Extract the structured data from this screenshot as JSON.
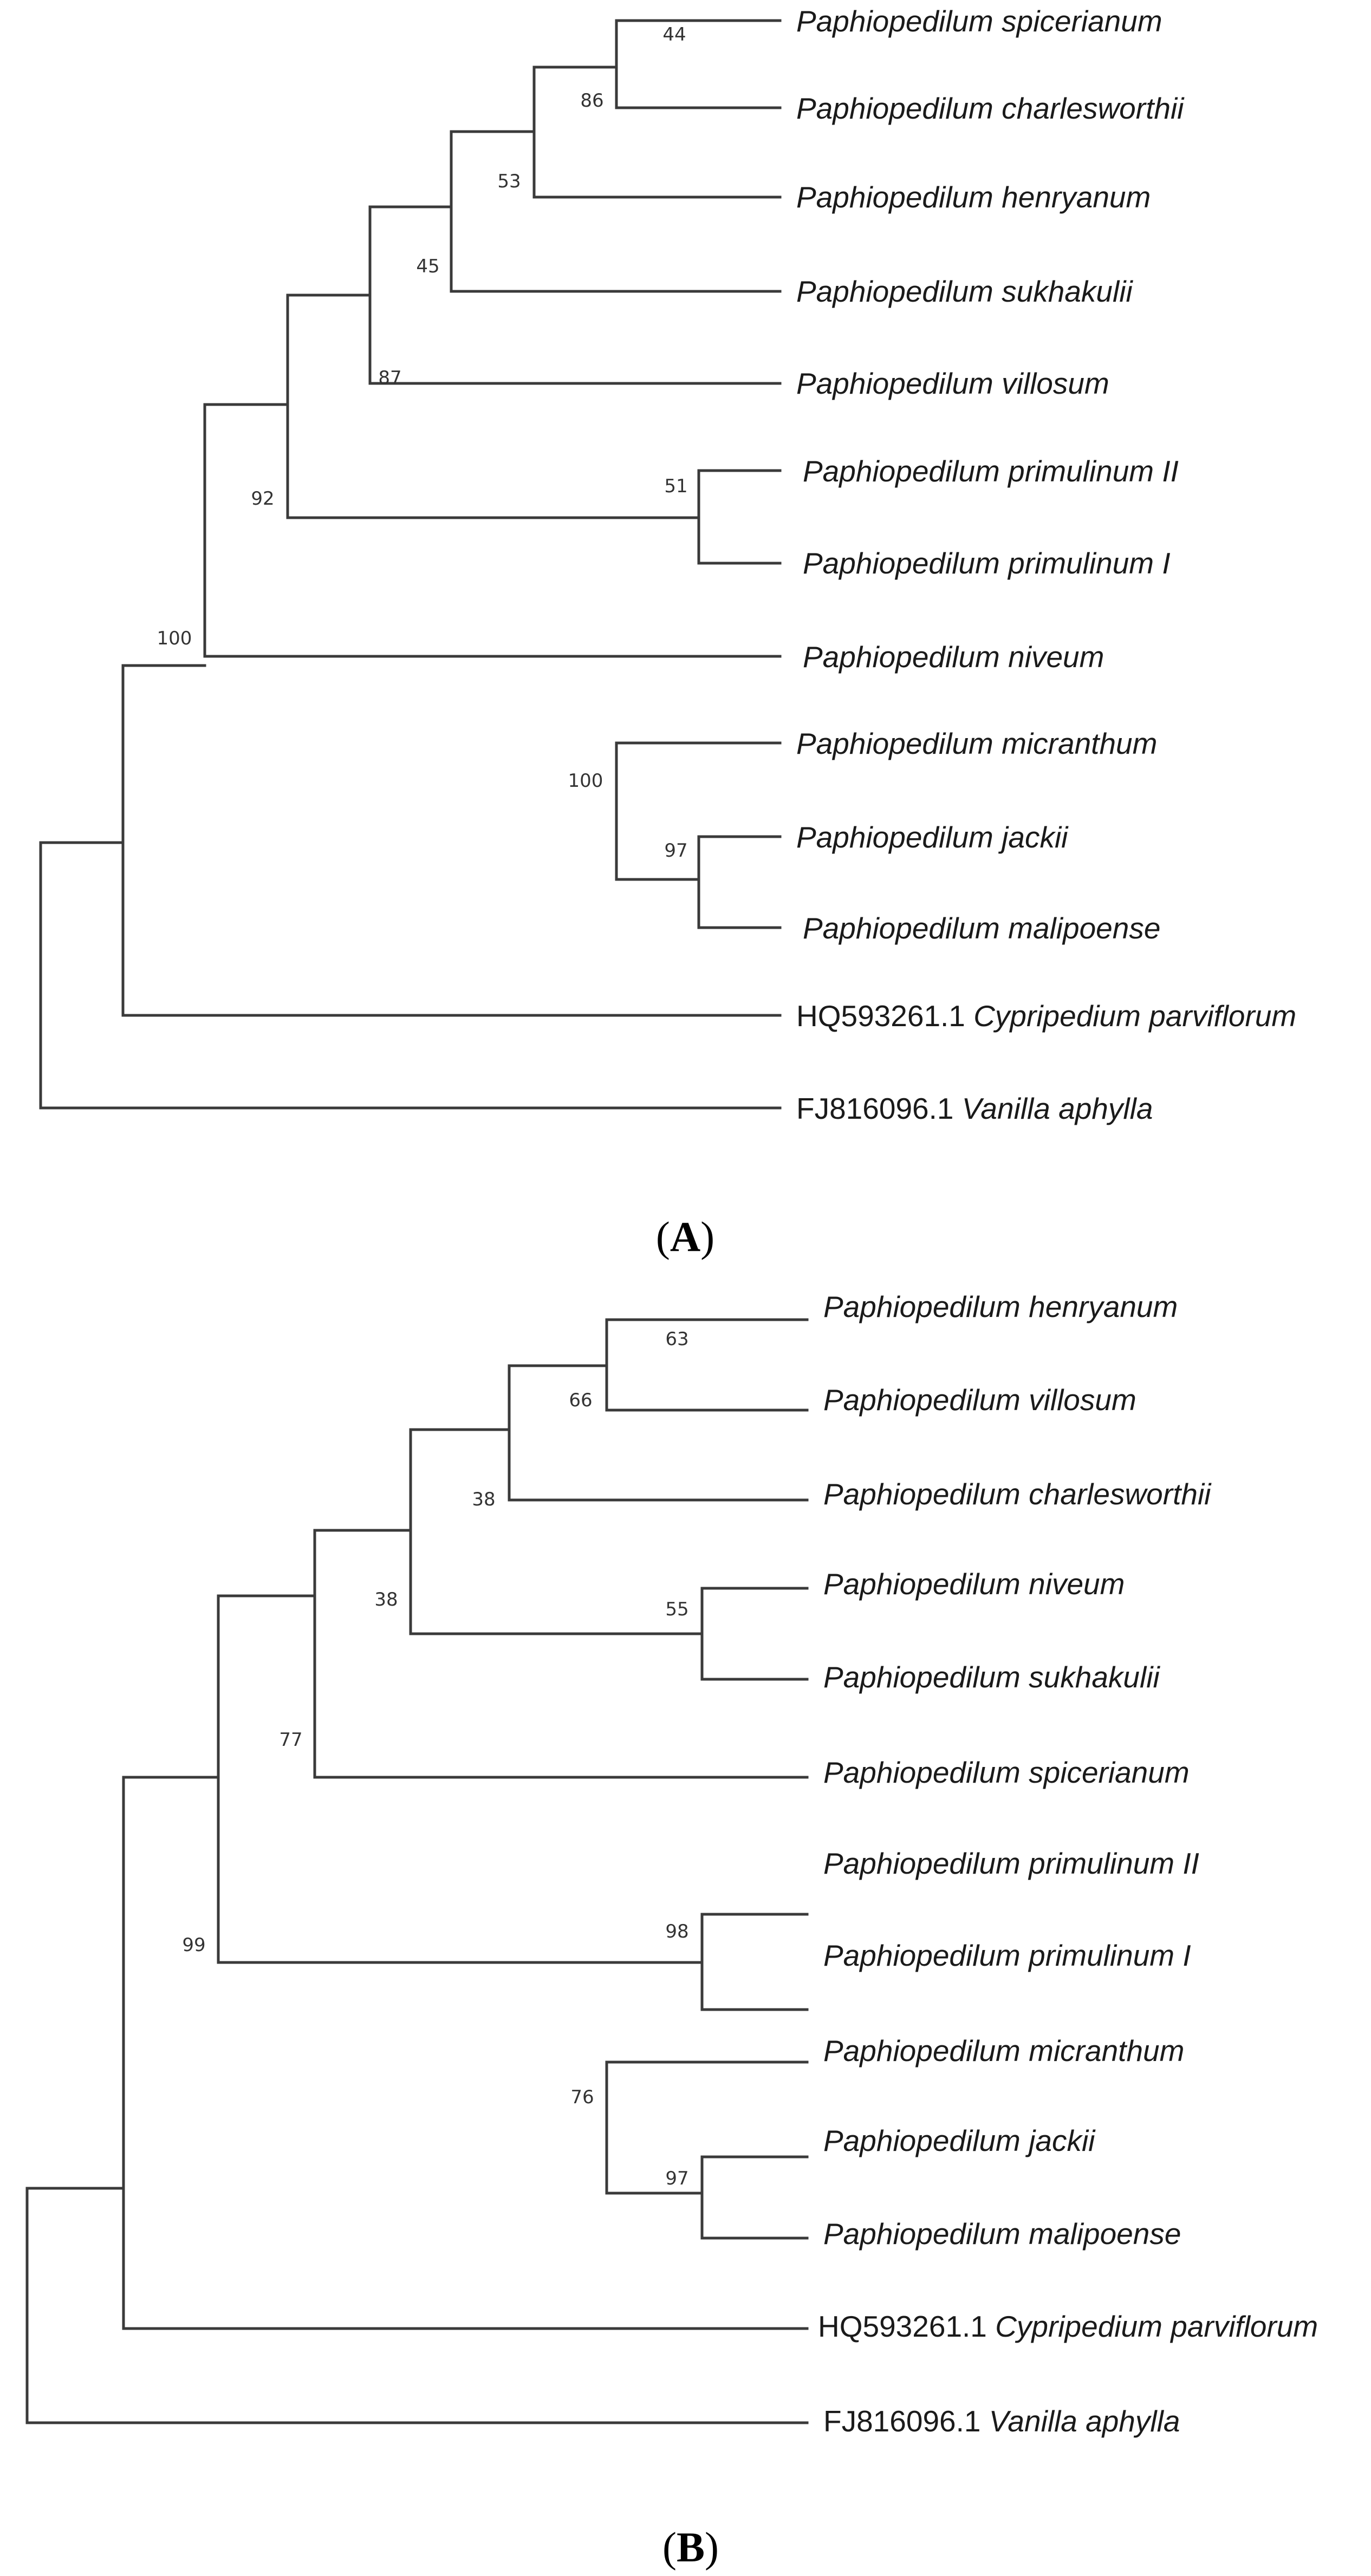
{
  "panels": [
    {
      "label": "A",
      "taxa": [
        {
          "accession": "",
          "name": "Paphiopedilum spicerianum"
        },
        {
          "accession": "",
          "name": "Paphiopedilum charlesworthii"
        },
        {
          "accession": "",
          "name": "Paphiopedilum henryanum"
        },
        {
          "accession": "",
          "name": "Paphiopedilum sukhakulii"
        },
        {
          "accession": "",
          "name": "Paphiopedilum villosum"
        },
        {
          "accession": "",
          "name": "Paphiopedilum primulinum II"
        },
        {
          "accession": "",
          "name": "Paphiopedilum primulinum I"
        },
        {
          "accession": "",
          "name": "Paphiopedilum niveum"
        },
        {
          "accession": "",
          "name": "Paphiopedilum micranthum"
        },
        {
          "accession": "",
          "name": "Paphiopedilum jackii"
        },
        {
          "accession": "",
          "name": "Paphiopedilum malipoense"
        },
        {
          "accession": "HQ593261.1",
          "name": "Cypripedium parviflorum"
        },
        {
          "accession": "FJ816096.1",
          "name": "Vanilla aphylla"
        }
      ],
      "support_values": [
        "44",
        "86",
        "53",
        "45",
        "87",
        "51",
        "92",
        "100",
        "100",
        "97"
      ]
    },
    {
      "label": "B",
      "taxa": [
        {
          "accession": "",
          "name": "Paphiopedilum henryanum"
        },
        {
          "accession": "",
          "name": "Paphiopedilum villosum"
        },
        {
          "accession": "",
          "name": "Paphiopedilum charlesworthii"
        },
        {
          "accession": "",
          "name": "Paphiopedilum niveum"
        },
        {
          "accession": "",
          "name": "Paphiopedilum sukhakulii"
        },
        {
          "accession": "",
          "name": "Paphiopedilum spicerianum"
        },
        {
          "accession": "",
          "name": "Paphiopedilum primulinum II"
        },
        {
          "accession": "",
          "name": "Paphiopedilum primulinum I"
        },
        {
          "accession": "",
          "name": "Paphiopedilum micranthum"
        },
        {
          "accession": "",
          "name": "Paphiopedilum jackii"
        },
        {
          "accession": "",
          "name": "Paphiopedilum malipoense"
        },
        {
          "accession": "HQ593261.1",
          "name": "Cypripedium parviflorum"
        },
        {
          "accession": "FJ816096.1",
          "name": "Vanilla aphylla"
        }
      ],
      "support_values": [
        "63",
        "66",
        "55",
        "38",
        "38",
        "77",
        "98",
        "99",
        "76",
        "97"
      ]
    }
  ]
}
